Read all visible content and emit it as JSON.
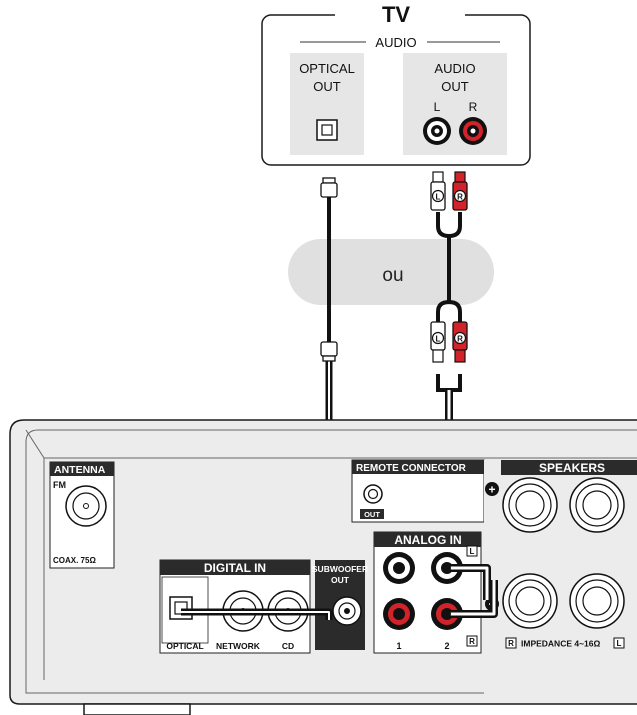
{
  "tv": {
    "title": "TV",
    "audio_group": "AUDIO",
    "optical_out_line1": "OPTICAL",
    "optical_out_line2": "OUT",
    "audio_out_line1": "AUDIO",
    "audio_out_line2": "OUT",
    "left_label": "L",
    "right_label": "R"
  },
  "connector_badges": {
    "left": "L",
    "right": "R"
  },
  "or_label": "ou",
  "receiver": {
    "antenna": {
      "title": "ANTENNA",
      "fm_label": "FM",
      "coax_label": "COAX. 75Ω"
    },
    "remote_connector": {
      "title": "REMOTE CONNECTOR",
      "out_label": "OUT"
    },
    "speakers": {
      "title": "SPEAKERS",
      "impedance_label": "IMPEDANCE 4~16Ω",
      "left_marker": "L",
      "right_marker": "R",
      "plus": "+",
      "minus": "−"
    },
    "digital_in": {
      "title": "DIGITAL IN",
      "optical_label": "OPTICAL",
      "network_label": "NETWORK",
      "cd_label": "CD"
    },
    "subwoofer": {
      "line1": "SUBWOOFER",
      "line2": "OUT"
    },
    "analog_in": {
      "title": "ANALOG IN",
      "input1_label": "1",
      "input2_label": "2",
      "left_marker": "L",
      "right_marker": "R"
    }
  },
  "colors": {
    "panel": "#e6e6e6",
    "dark_band": "#2b2b2b",
    "rca_red": "#d2232a",
    "cable": "#111111"
  }
}
